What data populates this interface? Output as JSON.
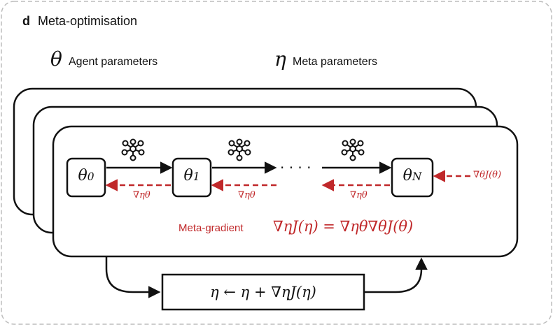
{
  "panel": {
    "letter": "d",
    "title": "Meta-optimisation"
  },
  "legend": {
    "theta_symbol": "θ",
    "agent_label": "Agent parameters",
    "eta_symbol": "η",
    "meta_label": "Meta parameters"
  },
  "nodes": [
    {
      "base": "θ",
      "sub": "0"
    },
    {
      "base": "θ",
      "sub": "1"
    },
    {
      "base": "θ",
      "sub": "N"
    }
  ],
  "ellipsis": "· · · ·",
  "gradients": {
    "back_label": "∇ηθ",
    "end_label": "∇θJ(θ)"
  },
  "meta_gradient": {
    "label": "Meta-gradient",
    "equation": "∇ηJ(η) = ∇ηθ∇θJ(θ)"
  },
  "update": {
    "equation": "η ← η + ∇ηJ(η)"
  },
  "colors": {
    "gradient_red": "#c0282a",
    "frame_border": "#bdbdbd",
    "ink": "#111111"
  }
}
